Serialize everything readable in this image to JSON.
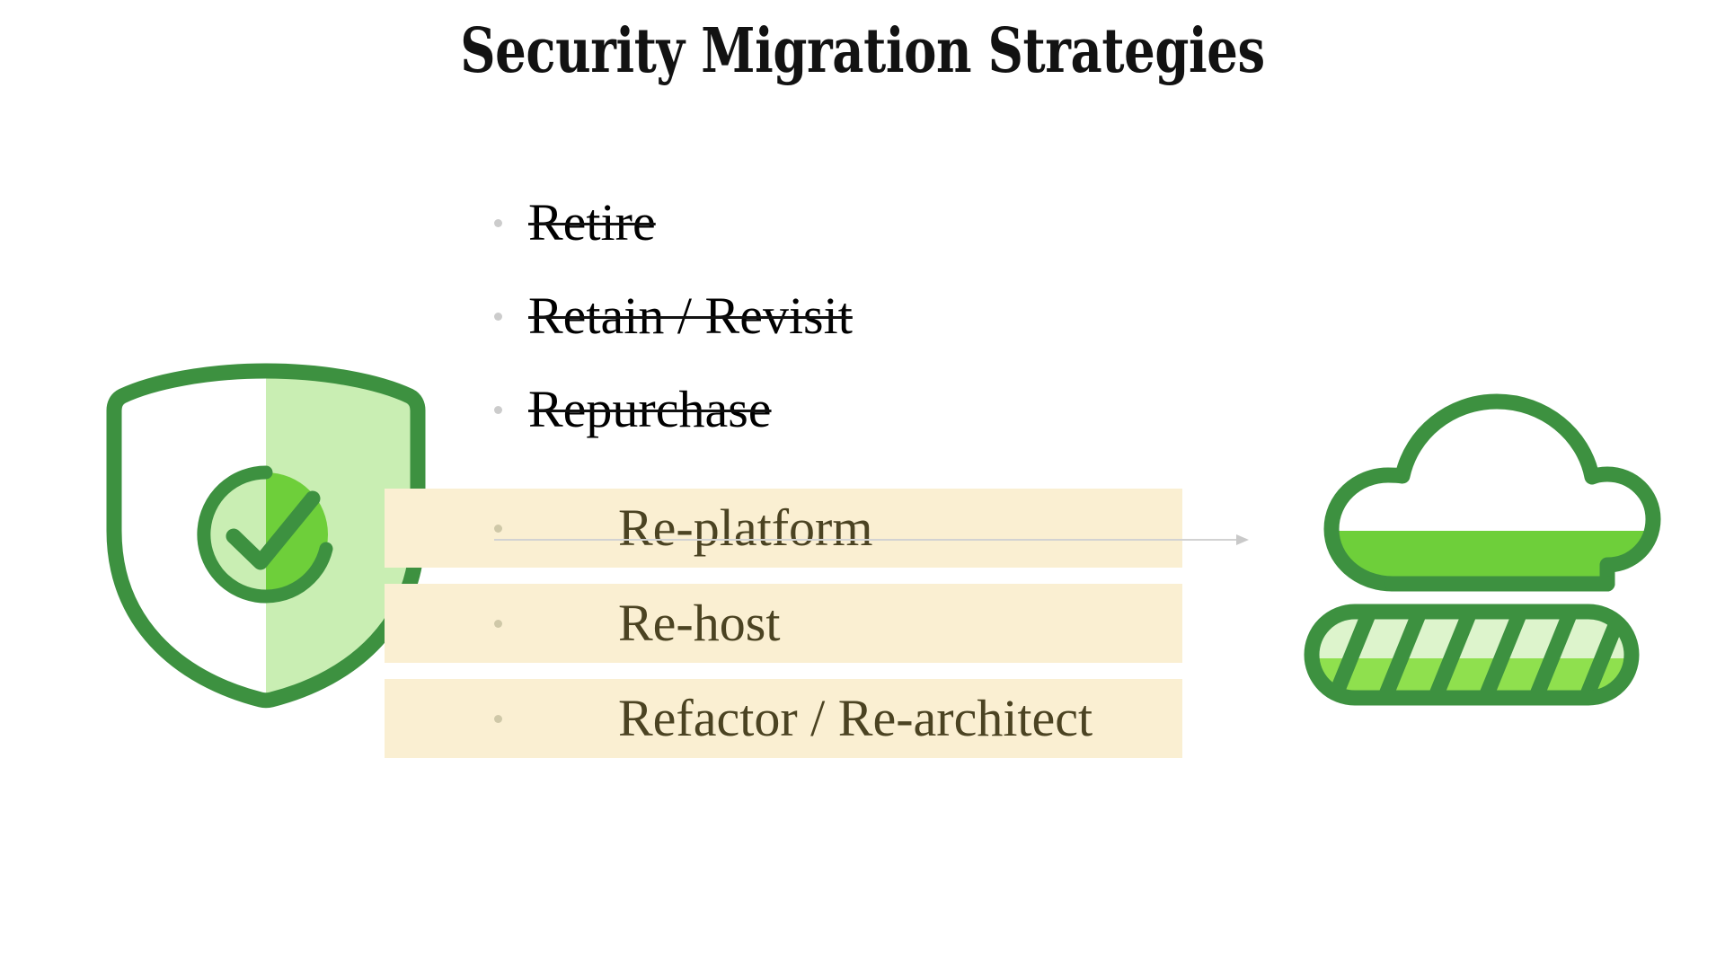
{
  "slide": {
    "title": "Security Migration Strategies",
    "background_color": "#ffffff"
  },
  "colors": {
    "title_text": "#121212",
    "struck_text": "#000000",
    "highlight_band": "#faefd2",
    "highlight_text": "#4b4322",
    "bullet_gray": "#c9c9c9",
    "arrow_gray": "#d2d2d2",
    "green_dark": "#3d9140",
    "green_bright": "#6ecf3a",
    "green_light": "#c9eeb3",
    "green_pale": "#ddf4cc"
  },
  "list": {
    "retired_items": [
      {
        "label": "Retire",
        "struck": true,
        "bullet": "bullet-dot"
      },
      {
        "label": "Retain / Revisit",
        "struck": true,
        "bullet": "bullet-dot"
      },
      {
        "label": "Repurchase",
        "struck": true,
        "bullet": "bullet-dot"
      }
    ],
    "highlighted_items": [
      {
        "label": "Re-platform",
        "highlighted": true,
        "bullet": "bullet-dot"
      },
      {
        "label": "Re-host",
        "highlighted": true,
        "bullet": "bullet-dot"
      },
      {
        "label": "Refactor / Re-architect",
        "highlighted": true,
        "bullet": "bullet-dot"
      }
    ]
  },
  "divider": {
    "icon": "right-arrow-icon"
  },
  "icons": {
    "left": {
      "name": "shield-check-icon",
      "label": "Security shield with checkmark"
    },
    "right_top": {
      "name": "cloud-icon",
      "label": "Cloud"
    },
    "right_bottom": {
      "name": "server-stripes-icon",
      "label": "Striped server pill"
    }
  }
}
